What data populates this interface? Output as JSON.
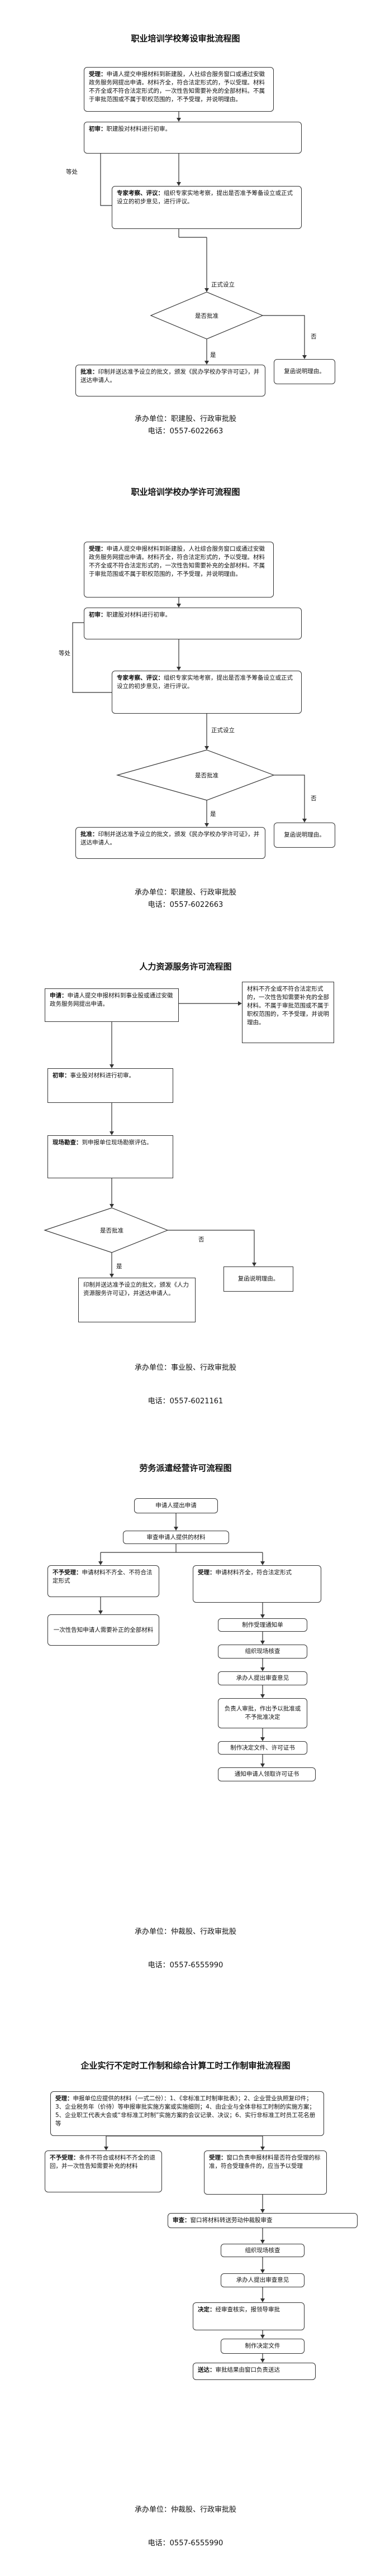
{
  "s1": {
    "title": "职业培训学校筹设审批流程图",
    "accept_head": "受理：",
    "accept_text": "申请人提交申报材料到新建股，人社综合服务窗口或通过安徽政务服务网提出申请。材料齐全，符合法定形式的，予以受理。材料不齐全或不符合法定形式的，一次性告知需要补充的全部材料。不属于审批范围或不属于职权范围的，不予受理，并说明理由。",
    "first_head": "初审：",
    "first_text": "职建股对材料进行初审。",
    "label_wait": "等处",
    "expert_head": "专家考察、评议：",
    "expert_text": "组织专家实地考察，提出是否准予筹备设立或正式设立的初步意见，进行评议。",
    "formal": "正式设立",
    "approve_q": "是否批准",
    "yes": "是",
    "no": "否",
    "approve_head": "批准：",
    "approve_text": "印制并送达准予设立的批文，颁发《民办学校办学许可证》，并送达申请人。",
    "reject": "复函说明理由。",
    "footer_unit": "承办单位：职建股、行政审批股",
    "footer_phone": "电话：0557-6022663"
  },
  "s2": {
    "title": "职业培训学校办学许可流程图",
    "accept_head": "受理：",
    "accept_text": "申请人提交申报材料到新建股，人社综合服务窗口或通过安徽政务服务网提出申请。材料齐全，符合法定形式的，予以受理。材料不齐全或不符合法定形式的，一次性告知需要补充的全部材料。不属于审批范围或不属于职权范围的，不予受理，并说明理由。",
    "first_head": "初审：",
    "first_text": "职建股对材料进行初审。",
    "label_wait": "等处",
    "expert_head": "专家考察、评议：",
    "expert_text": "组织专家实地考察，提出是否准予筹备设立或正式设立的初步意见，进行评议。",
    "formal": "正式设立",
    "approve_q": "是否批准",
    "yes": "是",
    "no": "否",
    "approve_head": "批准：",
    "approve_text": "印制并送达准予设立的批文，颁发《民办学校办学许可证》，并送达申请人。",
    "reject": "复函说明理由。",
    "footer_unit": "承办单位：职建股、行政审批股",
    "footer_phone": "电话：0557-6022663"
  },
  "s3": {
    "title": "人力资源服务许可流程图",
    "accept_head": "申请：",
    "accept_text": "申请人提交申报材料到事业股或通过安徽政务服务网提出申请。",
    "side_text": "材料不齐全或不符合法定形式的，一次性告知需要补充的全部材料。不属于审批范围或不属于职权范围的，不予受理，并说明理由。",
    "first_head": "初审：",
    "first_text": "事业股对材料进行初审。",
    "site_head": "现场勘查：",
    "site_text": "到申报单位现场勘察评估。",
    "approve_q": "是否批准",
    "yes": "是",
    "no": "否",
    "approve_text": "印制并送达准予设立的批文，颁发《人力资源服务许可证》，并送达申请人。",
    "reject": "复函说明理由。",
    "footer_unit": "承办单位：事业股、行政审批股",
    "footer_phone": "电话：0557-6021161"
  },
  "s4": {
    "title": "劳务派遣经营许可流程图",
    "apply": "申请人提出申请",
    "review": "审查申请人提供的材料",
    "not_accept_head": "不予受理：",
    "not_accept_text": "申请材料不齐全、不符合法定形式",
    "accept_head": "受理：",
    "accept_text": "申请材料齐全，符合法定形式",
    "notify": "一次性告知申请人需要补正的全部材料",
    "s1": "制作受理通知单",
    "s2": "组织现场核查",
    "s3": "承办人提出审查意见",
    "s4": "负责人审批，作出予以批准或不予批准决定",
    "s5": "制作决定文件、许可证书",
    "s6": "通知申请人领取许可证书",
    "footer_unit": "承办单位：仲裁股、行政审批股",
    "footer_phone": "电话：0557-6555990"
  },
  "s5": {
    "title": "企业实行不定时工作制和综合计算工时工作制审批流程图",
    "accept_head": "受理：",
    "accept_text": "申报单位应提供的材料（一式二份）：1、《非标准工时制审批表》；2、企业营业执照复印件；3、企业税务年（价待）等申报审批实施方案或实施细则；4、由企业与全体非标工时制的实施方案；5、企业职工代表大会或“非标准工时制”实施方案的会议记录、决议；6、实行非标准工时员工花名册等",
    "not_accept_head": "不予受理：",
    "not_accept_text": "条件不符合或材料不齐全的退回，并一次性告知需要补充的材料",
    "accept2_head": "受理：",
    "accept2_text": "窗口负责申报材料是否符合受理的标准，符合受理条件的，应当予以受理",
    "review_head": "审查：",
    "review_text": "窗口将材料转送劳动仲裁股审查",
    "s1": "组织现场核查",
    "s2": "承办人提出审查意见",
    "decide_head": "决定：",
    "decide_text": "经审查核实，报领导审批",
    "s3": "制作决定文件",
    "deliver_head": "送达：",
    "deliver_text": "审批结果由窗口负责送达",
    "footer_unit": "承办单位：仲裁股、行政审批股",
    "footer_phone": "电话：0557-6555990"
  }
}
